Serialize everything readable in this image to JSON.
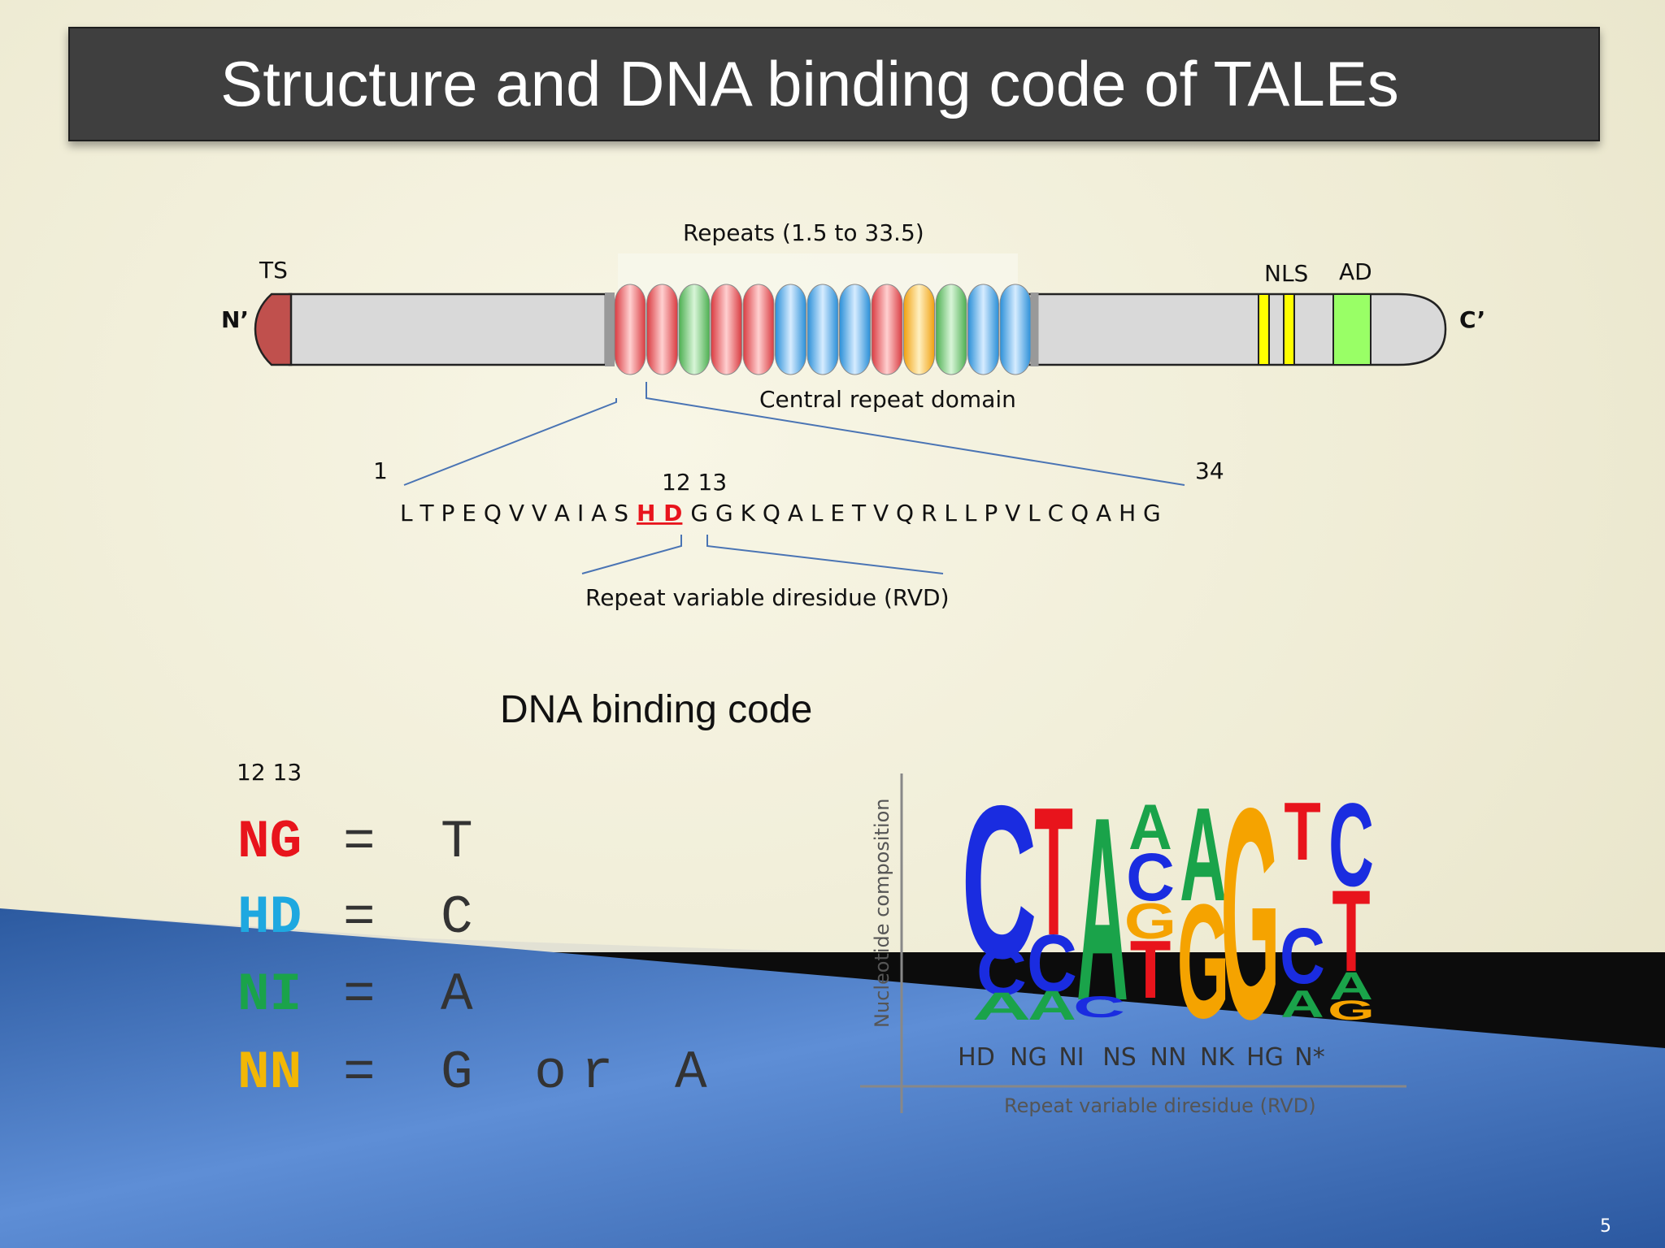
{
  "title": "Structure and DNA binding code of TALEs",
  "protein": {
    "n_term": "N’",
    "c_term": "C’",
    "ts_label": "TS",
    "repeats_label": "Repeats (1.5 to 33.5)",
    "nls_label": "NLS",
    "ad_label": "AD",
    "central_label": "Central repeat domain",
    "repeat_colors": [
      "red",
      "red",
      "green",
      "red",
      "red",
      "blue",
      "blue",
      "blue",
      "red",
      "orange",
      "green",
      "blue",
      "blue"
    ]
  },
  "repeat_sequence": {
    "pos_start": "1",
    "pos_end": "34",
    "pos_rvd": "12  13",
    "prefix": "L T P E Q V V A I A S",
    "rvd": "H D",
    "suffix": "G G K Q A L E T V Q R L L P V L C Q A H G",
    "rvd_label": "Repeat variable diresidue (RVD)"
  },
  "code": {
    "heading": "DNA binding code",
    "positions": "12  13",
    "rows": [
      {
        "rvd": "NG",
        "eq": "=",
        "base": "T",
        "color": "#e8141c"
      },
      {
        "rvd": "HD",
        "eq": "=",
        "base": "C",
        "color": "#1ea8e0"
      },
      {
        "rvd": "NI",
        "eq": "=",
        "base": "A",
        "color": "#1aa34a"
      },
      {
        "rvd": "NN",
        "eq": "=",
        "base": "G or A",
        "color": "#f2b705"
      }
    ]
  },
  "logo": {
    "y_label": "Nucleotide composition",
    "x_label": "Repeat variable diresidue (RVD)",
    "rvds": [
      "HD",
      "NG",
      "NI",
      "NS",
      "NN",
      "NK",
      "HG",
      "N*"
    ]
  },
  "page_number": "5",
  "colors": {
    "red_repeat": "#e8454a",
    "green_repeat": "#5cbf5c",
    "blue_repeat": "#3a9ee0",
    "orange_repeat": "#f5b023",
    "ts": "#c0504d",
    "nls": "#ffff00",
    "ad": "#99ff66",
    "logo_A": "#1aa34a",
    "logo_C": "#1a2ce0",
    "logo_G": "#f5a300",
    "logo_T": "#e8141c"
  }
}
